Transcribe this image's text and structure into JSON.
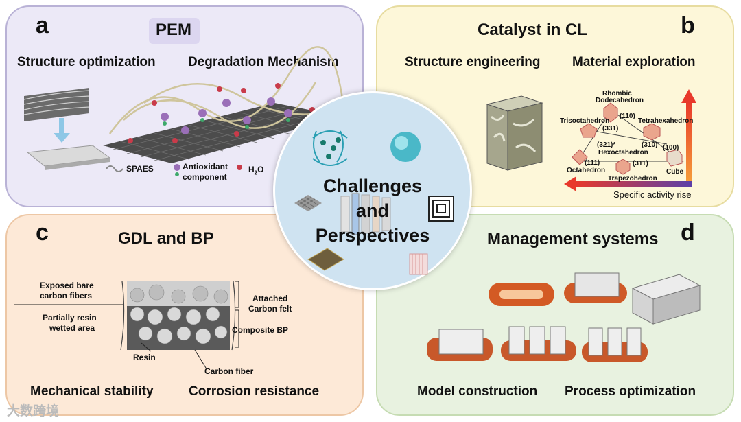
{
  "panels": {
    "a": {
      "letter": "a",
      "title": "PEM",
      "sub_left": "Structure optimization",
      "sub_right": "Degradation Mechanism",
      "legend": {
        "spaes": "SPAES",
        "antioxidant_1": "Antioxidant",
        "antioxidant_2": "component",
        "water": "H",
        "water_sub": "2",
        "water_end": "O"
      }
    },
    "b": {
      "letter": "b",
      "title": "Catalyst in CL",
      "sub_left": "Structure engineering",
      "sub_right": "Material exploration",
      "shapes": {
        "rhombic_1": "Rhombic",
        "rhombic_2": "Dodecahedron",
        "rhombic_idx": "(110)",
        "trisoct": "Trisoctahedron",
        "trisoct_idx": "(331)",
        "tetrahex": "Tetrahexahedron",
        "tetrahex_idx": "(310)",
        "hexoct_idx": "(321)*",
        "hexoct": "Hexoctahedron",
        "cube_idx": "(100)",
        "cube": "Cube",
        "oct_idx": "(111)",
        "oct": "Octahedron",
        "trap_idx": "(311)",
        "trap": "Trapezohedron"
      },
      "axis_label": "Specific activity rise"
    },
    "c": {
      "letter": "c",
      "title": "GDL and BP",
      "exposed_1": "Exposed bare",
      "exposed_2": "carbon fibers",
      "partial_1": "Partially resin",
      "partial_2": "wetted area",
      "attached_1": "Attached",
      "attached_2": "Carbon felt",
      "composite": "Composite BP",
      "resin": "Resin",
      "carbon_fiber": "Carbon fiber",
      "sub_left": "Mechanical stability",
      "sub_right": "Corrosion resistance"
    },
    "d": {
      "letter": "d",
      "title": "Management systems",
      "sub_left": "Model construction",
      "sub_right": "Process optimization"
    }
  },
  "center": {
    "line1": "Challenges",
    "line2": "and",
    "line3": "Perspectives"
  },
  "watermark": "大数跨境"
}
